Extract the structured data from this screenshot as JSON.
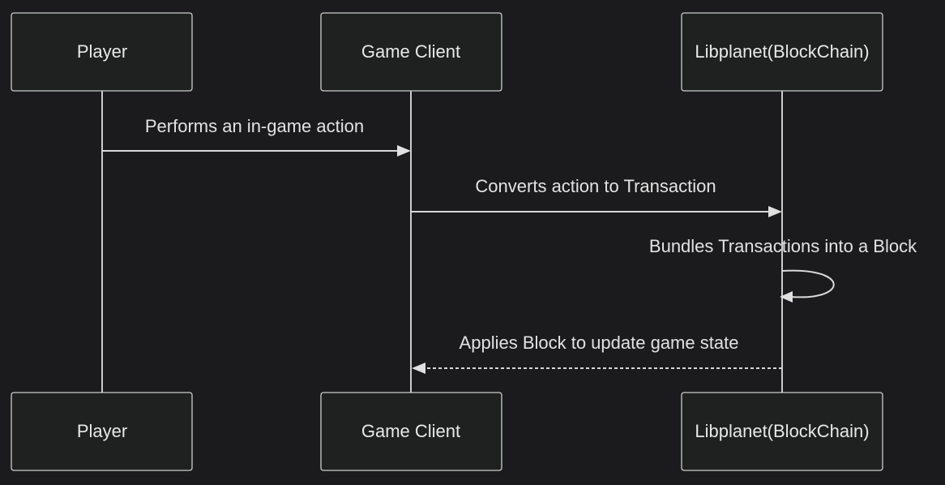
{
  "actors": {
    "player": "Player",
    "game_client": "Game Client",
    "libplanet": "Libplanet(BlockChain)"
  },
  "messages": [
    {
      "label": "Performs an in-game action",
      "from": "player",
      "to": "game_client",
      "style": "solid"
    },
    {
      "label": "Converts action to Transaction",
      "from": "game_client",
      "to": "libplanet",
      "style": "solid"
    },
    {
      "label": "Bundles Transactions into a Block",
      "from": "libplanet",
      "to": "libplanet",
      "style": "solid"
    },
    {
      "label": "Applies Block to update game state",
      "from": "libplanet",
      "to": "game_client",
      "style": "dashed"
    }
  ],
  "colors": {
    "background": "#1b1b1d",
    "box_fill": "#1f2020",
    "stroke": "#cccccc",
    "text": "#e8e8e8"
  }
}
